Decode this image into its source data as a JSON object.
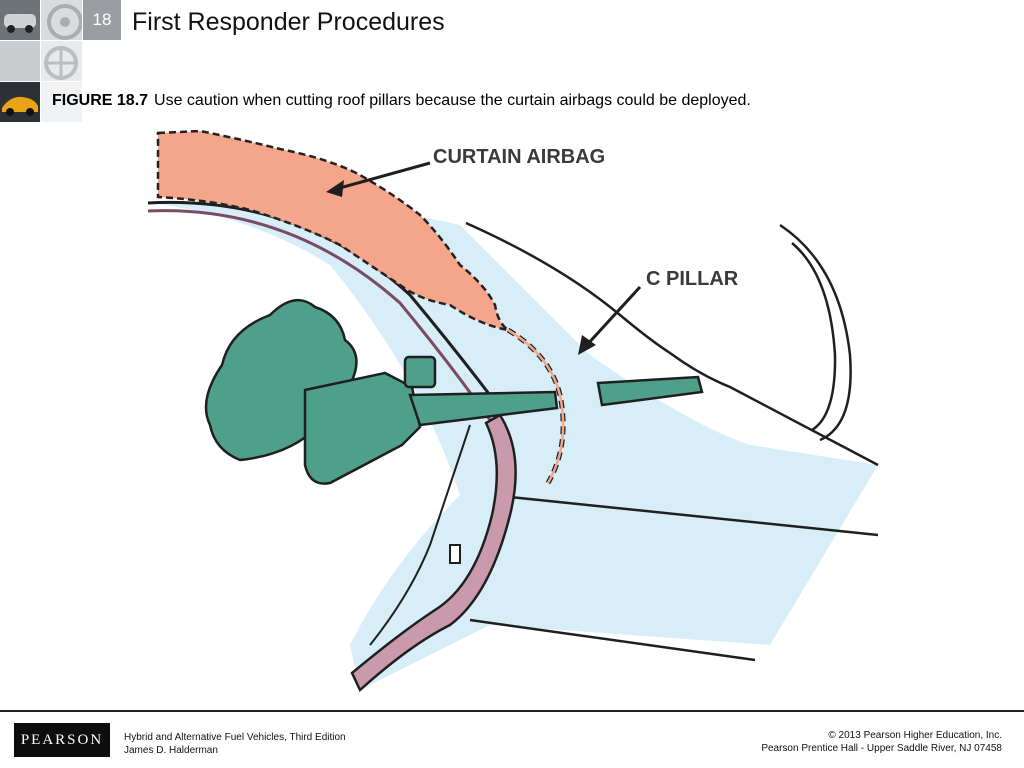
{
  "header": {
    "slide_number": "18",
    "title": "First Responder Procedures"
  },
  "figure": {
    "caption_label": "FIGURE 18.7",
    "caption_text": "Use caution when cutting roof pillars because the curtain airbags could be deployed.",
    "labels": {
      "curtain_airbag": "CURTAIN AIRBAG",
      "c_pillar": "C PILLAR"
    },
    "colors": {
      "airbag": "#f4a58a",
      "pillar": "#d7eef8",
      "cutter": "#4fa08a",
      "seal": "#c89aab"
    }
  },
  "footer": {
    "logo_text": "PEARSON",
    "book_title": "Hybrid and Alternative Fuel Vehicles, Third Edition",
    "author": "James D. Halderman",
    "copyright": "© 2013  Pearson Higher Education, Inc.",
    "publisher": "Pearson Prentice Hall - Upper Saddle River, NJ 07458"
  }
}
